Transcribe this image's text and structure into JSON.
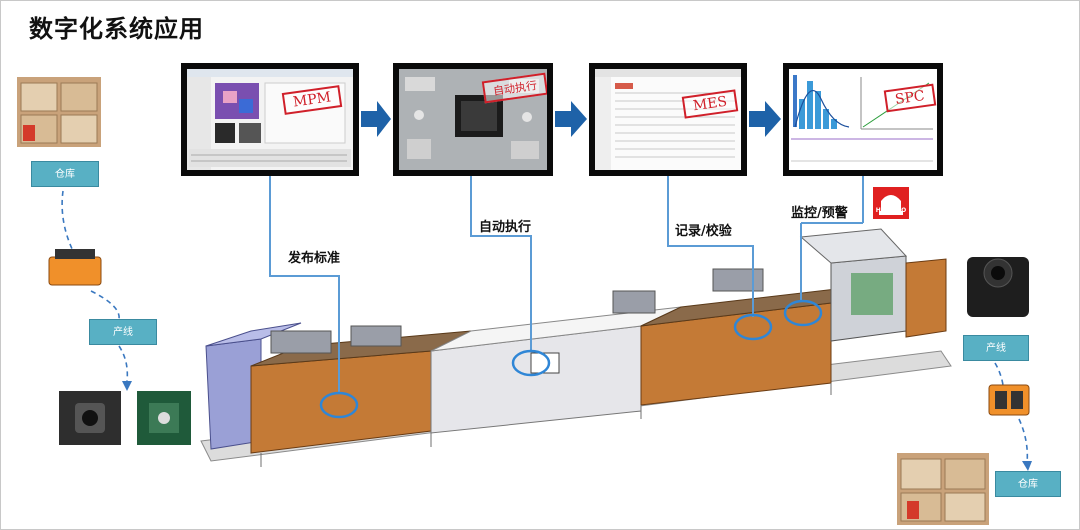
{
  "title": "数字化系统应用",
  "systems": [
    {
      "stamp": "MPM"
    },
    {
      "stamp": "自动执行"
    },
    {
      "stamp": "MES"
    },
    {
      "stamp": "SPC"
    }
  ],
  "steps": [
    {
      "label": "发布标准"
    },
    {
      "label": "自动执行"
    },
    {
      "label": "记录/校验"
    },
    {
      "label": "监控/预警"
    }
  ],
  "left_tags": {
    "warehouse": "仓库",
    "line": "产线"
  },
  "right_tags": {
    "line": "产线",
    "warehouse": "仓库"
  },
  "alarm": {
    "brand": "HIKAUTO"
  },
  "colors": {
    "accent": "#1e62a8",
    "connector": "#5b9bd5",
    "tag": "#58b0c4",
    "stamp": "#d0202a"
  }
}
